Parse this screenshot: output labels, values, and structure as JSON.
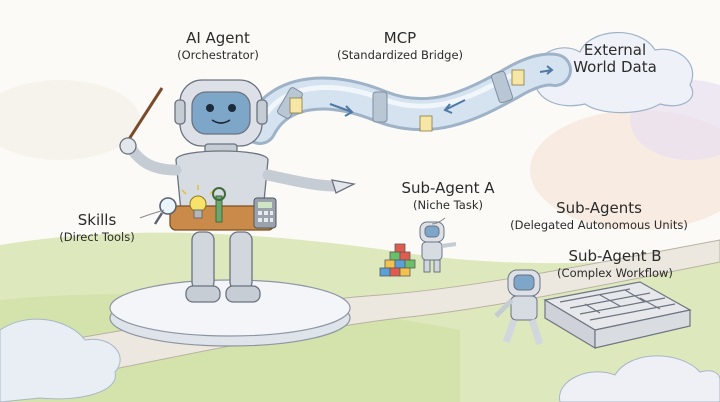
{
  "labels": {
    "ai_agent": {
      "title": "AI Agent",
      "sub": "(Orchestrator)"
    },
    "mcp": {
      "title": "MCP",
      "sub": "(Standardized Bridge)"
    },
    "external": {
      "line1": "External",
      "line2": "World Data"
    },
    "skills": {
      "title": "Skills",
      "sub": "(Direct Tools)"
    },
    "sub_agent_a": {
      "title": "Sub-Agent A",
      "sub": "(Niche Task)"
    },
    "sub_agents": {
      "title": "Sub-Agents",
      "sub": "(Delegated Autonomous Units)"
    },
    "sub_agent_b": {
      "title": "Sub-Agent B",
      "sub": "(Complex Workflow)"
    }
  },
  "colors": {
    "robot_body": "#d9dde3",
    "robot_face": "#7ea6c9",
    "tool_belt": "#c98a4a",
    "grass": "#d8e6b5",
    "path": "#ece8df",
    "pipe": "#c8d7e6",
    "blocks": [
      "#e25b4f",
      "#f2c14e",
      "#5aa0d6",
      "#6cbf6a"
    ]
  },
  "icons": [
    "robot-icon",
    "magnifier-icon",
    "lightbulb-icon",
    "wrench-icon",
    "calculator-icon",
    "document-icon",
    "arrow-icon",
    "block-stack-icon",
    "maze-icon",
    "cloud-icon"
  ]
}
